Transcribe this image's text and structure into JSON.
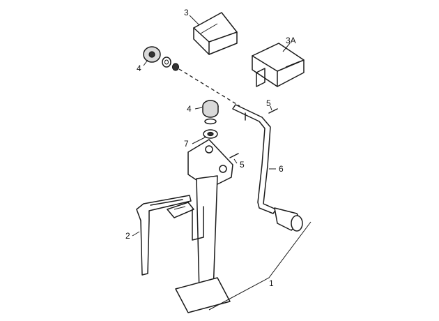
{
  "callouts": [
    {
      "id": "1",
      "label": "1"
    },
    {
      "id": "2",
      "label": "2"
    },
    {
      "id": "3",
      "label": "3"
    },
    {
      "id": "3a",
      "label": "3A"
    },
    {
      "id": "4a",
      "label": "4"
    },
    {
      "id": "4b",
      "label": "4"
    },
    {
      "id": "5a",
      "label": "5"
    },
    {
      "id": "5b",
      "label": "5"
    },
    {
      "id": "6",
      "label": "6"
    },
    {
      "id": "7",
      "label": "7"
    }
  ]
}
